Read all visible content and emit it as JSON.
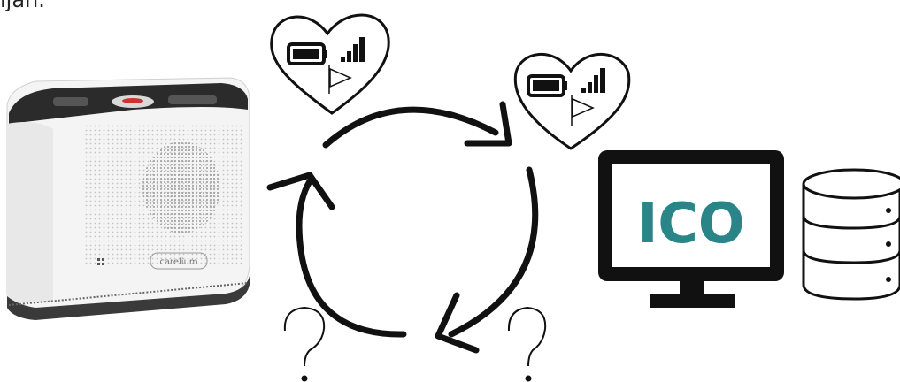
{
  "top_text": "ljan.",
  "device_brand": "carelium",
  "monitor_label": "ICO",
  "colors": {
    "ico_teal": "#2a8589",
    "stroke": "#111111",
    "device_body": "#f2f2f2",
    "device_base": "#3a3a3a"
  },
  "icons": [
    "heart-icon",
    "battery-icon",
    "signal-bars-icon",
    "flag-icon",
    "cycle-arrows-icon",
    "question-mark-icon",
    "monitor-icon",
    "database-icon"
  ]
}
